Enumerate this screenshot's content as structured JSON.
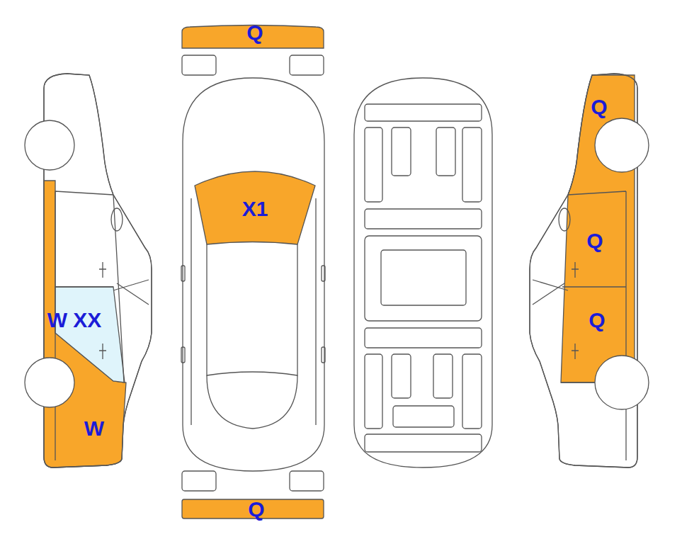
{
  "diagram": {
    "labels": [
      "Q",
      "X1",
      "W XX",
      "W",
      "Q",
      "Q",
      "Q",
      "Q"
    ]
  }
}
